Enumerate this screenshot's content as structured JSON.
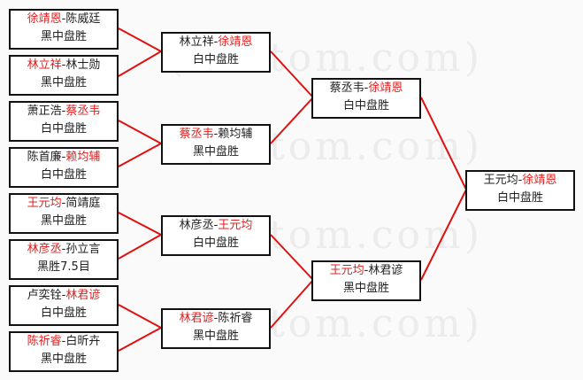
{
  "watermark": "(hoetom.com)",
  "line_color": "#e01010",
  "win_color": "#e02020",
  "dash": "-",
  "round1": [
    {
      "p1": "徐靖恩",
      "p2": "陈威廷",
      "winner": 1,
      "result": "黑中盘胜"
    },
    {
      "p1": "林立祥",
      "p2": "林士勋",
      "winner": 1,
      "result": "黑中盘胜"
    },
    {
      "p1": "萧正浩",
      "p2": "蔡丞韦",
      "winner": 2,
      "result": "白中盘胜"
    },
    {
      "p1": "陈首廉",
      "p2": "赖均辅",
      "winner": 2,
      "result": "白中盘胜"
    },
    {
      "p1": "王元均",
      "p2": "简靖庭",
      "winner": 1,
      "result": "黑中盘胜"
    },
    {
      "p1": "林彦丞",
      "p2": "孙立言",
      "winner": 1,
      "result": "黑胜7.5目"
    },
    {
      "p1": "卢奕铨",
      "p2": "林君谚",
      "winner": 2,
      "result": "白中盘胜"
    },
    {
      "p1": "陈祈睿",
      "p2": "白昕卉",
      "winner": 1,
      "result": "黑中盘胜"
    }
  ],
  "round2": [
    {
      "p1": "林立祥",
      "p2": "徐靖恩",
      "winner": 2,
      "result": "白中盘胜"
    },
    {
      "p1": "蔡丞韦",
      "p2": "赖均辅",
      "winner": 1,
      "result": "黑中盘胜"
    },
    {
      "p1": "林彦丞",
      "p2": "王元均",
      "winner": 2,
      "result": "白中盘胜"
    },
    {
      "p1": "林君谚",
      "p2": "陈祈睿",
      "winner": 1,
      "result": "黑中盘胜"
    }
  ],
  "round3": [
    {
      "p1": "蔡丞韦",
      "p2": "徐靖恩",
      "winner": 2,
      "result": "白中盘胜"
    },
    {
      "p1": "王元均",
      "p2": "林君谚",
      "winner": 1,
      "result": "黑中盘胜"
    }
  ],
  "final": [
    {
      "p1": "王元均",
      "p2": "徐靖恩",
      "winner": 2,
      "result": "白中盘胜"
    }
  ]
}
